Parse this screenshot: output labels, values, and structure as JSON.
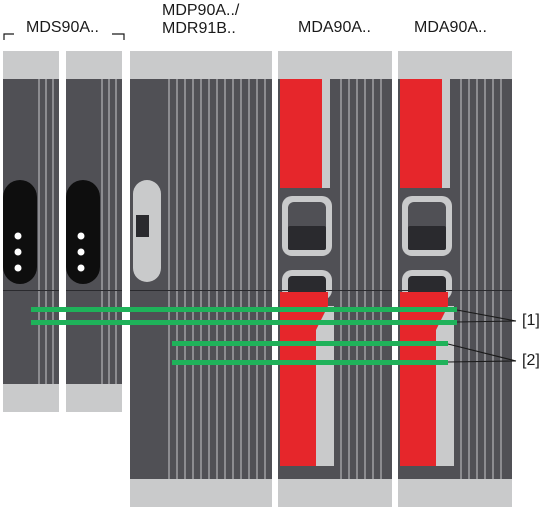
{
  "labels": {
    "mds": "MDS90A..",
    "mdp_line1": "MDP90A../",
    "mdp_line2": "MDR91B..",
    "mda1": "MDA90A..",
    "mda2": "MDA90A.."
  },
  "callouts": {
    "c1": "[1]",
    "c2": "[2]"
  },
  "colors": {
    "module_body": "#505055",
    "module_cap": "#c9cacb",
    "accent_red": "#e6262b",
    "busbar_green": "#1fb25a",
    "slot_black": "#0e0e0e"
  }
}
